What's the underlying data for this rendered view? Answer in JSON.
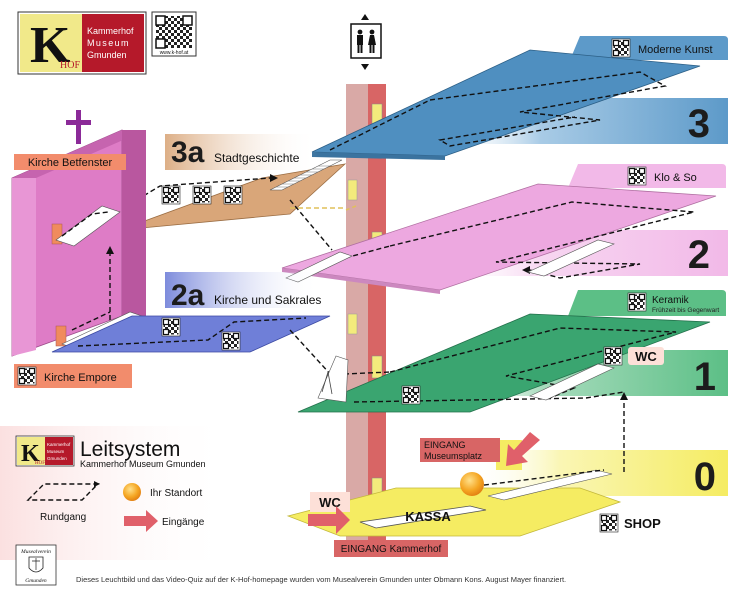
{
  "logo": {
    "mark": "K",
    "sub": "HOF",
    "lines": [
      "Kammerhof",
      "Museum",
      "Gmunden"
    ],
    "url": "www.k-hof.at"
  },
  "floors": {
    "f3": {
      "number": "3",
      "name": "Moderne Kunst"
    },
    "f3a": {
      "number": "3a",
      "name": "Stadtgeschichte"
    },
    "f2": {
      "number": "2",
      "name": "Klo & So"
    },
    "f2a": {
      "number": "2a",
      "name": "Kirche und Sakrales"
    },
    "f1": {
      "number": "1",
      "name": "Keramik",
      "sub": "Frühzeit bis Gegenwart"
    },
    "f0": {
      "number": "0"
    }
  },
  "church": {
    "top_label": "Kirche Betfenster",
    "bottom_label": "Kirche Empore"
  },
  "labels": {
    "wc1": "WC",
    "wc0": "WC",
    "kassa": "KASSA",
    "shop": "SHOP",
    "entrance_museumsplatz": [
      "EINGANG",
      "Museumsplatz"
    ],
    "entrance_kammerhof": "EINGANG Kammerhof"
  },
  "legend": {
    "title": "Leitsystem",
    "subtitle": "Kammerhof Museum Gmunden",
    "route": "Rundgang",
    "you_are_here": "Ihr Standort",
    "entrances": "Eingänge"
  },
  "footer": {
    "seal_lines": [
      "Musealverein",
      "Gmunden"
    ],
    "note": "Dieses Leuchtbild und das Video-Quiz auf der K-Hof-homepage wurden vom Musealverein Gmunden unter Obmann Kons. August Mayer finanziert."
  },
  "colors": {
    "logo_red": "#b5192a",
    "logo_yellow": "#f1e98a",
    "floor3": "#4f8fc0",
    "floor3_band": "#5d9ac9",
    "floor3a": "#d9a679",
    "floor2": "#eda8e0",
    "floor2_band": "#f2b9e8",
    "floor2a": "#6f7fd8",
    "floor1": "#3aa570",
    "floor1_band": "#5cbf86",
    "floor0": "#f5ec62",
    "church": "#de7cc6",
    "label_salmon": "#f28c6c",
    "arrow_red": "#e0606a",
    "shaft": "#d77272",
    "cross": "#8b2a98"
  }
}
